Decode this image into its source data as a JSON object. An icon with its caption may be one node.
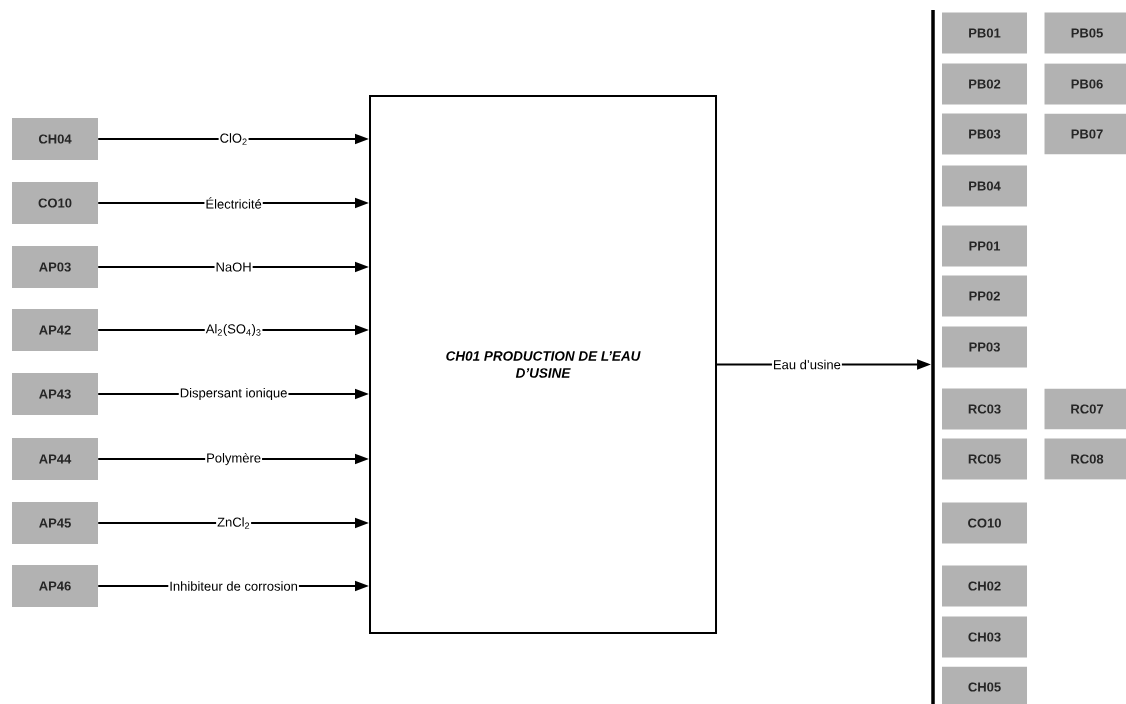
{
  "diagram": {
    "nodes": [
      {
        "text": [
          "CH04"
        ]
      },
      {
        "text": [
          "CO10"
        ]
      },
      {
        "text": [
          "AP03"
        ]
      },
      {
        "text": [
          "AP42"
        ]
      },
      {
        "text": [
          "AP43"
        ]
      },
      {
        "text": [
          "AP44"
        ]
      },
      {
        "text": [
          "AP45"
        ]
      },
      {
        "text": [
          "AP46"
        ]
      },
      {
        "text": [
          "CH01 PRODUCTION DE L’EAU D’USINE"
        ]
      },
      {
        "text": [],
        "shape": "bar"
      },
      {
        "text": [
          "PB01"
        ]
      },
      {
        "text": [
          "PB05"
        ]
      },
      {
        "text": [
          "PB02"
        ]
      },
      {
        "text": [
          "PB06"
        ]
      },
      {
        "text": [
          "PB03"
        ]
      },
      {
        "text": [
          "PB07"
        ]
      },
      {
        "text": [
          "PB04"
        ]
      },
      {
        "text": [
          "PP01"
        ]
      },
      {
        "text": [
          "PP02"
        ]
      },
      {
        "text": [
          "PP03"
        ]
      },
      {
        "text": [
          "RC03"
        ]
      },
      {
        "text": [
          "RC07"
        ]
      },
      {
        "text": [
          "RC05"
        ]
      },
      {
        "text": [
          "RC08"
        ]
      },
      {
        "text": [
          "CO10"
        ]
      },
      {
        "text": [
          "CH02"
        ]
      },
      {
        "text": [
          "CH03"
        ]
      },
      {
        "text": [
          "CH05"
        ]
      }
    ],
    "edges": [
      {
        "from": 0,
        "to": 8,
        "arrow": "to",
        "label": "ClO$_{2}$"
      },
      {
        "from": 1,
        "to": 8,
        "arrow": "to",
        "label": "Électricité"
      },
      {
        "from": 2,
        "to": 8,
        "arrow": "to",
        "label": "NaOH"
      },
      {
        "from": 3,
        "to": 8,
        "arrow": "to",
        "label": "Al$_{2}$(SO$_{4}$)$_{3}$"
      },
      {
        "from": 4,
        "to": 8,
        "arrow": "to",
        "label": "Dispersant ionique"
      },
      {
        "from": 5,
        "to": 8,
        "arrow": "to",
        "label": "Polymère"
      },
      {
        "from": 6,
        "to": 8,
        "arrow": "to",
        "label": "ZnCl$_{2}$"
      },
      {
        "from": 7,
        "to": 8,
        "arrow": "to",
        "label": "Inhibiteur de corrosion"
      },
      {
        "from": 8,
        "to": 9,
        "arrow": "to",
        "label": "Eau d’usine"
      }
    ]
  }
}
